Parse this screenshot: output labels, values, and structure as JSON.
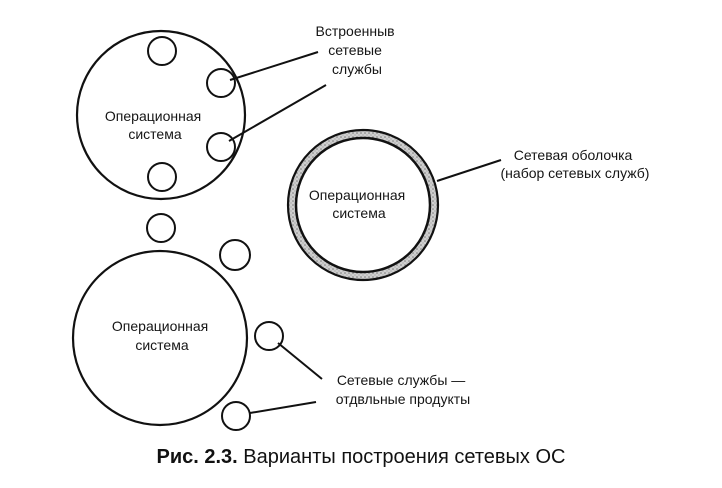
{
  "os_top": [
    "Операционная",
    "система"
  ],
  "os_ring": [
    "Операционная",
    "система"
  ],
  "os_bottom": [
    "Операционная",
    "система"
  ],
  "builtin": [
    "Встроенныв",
    "сетевые",
    "службы"
  ],
  "shell": [
    "Сетевая оболочка",
    "(набор сетевых служб)"
  ],
  "products": [
    "Сетевые службы —",
    "отдвльные продукты"
  ],
  "caption": {
    "number": "Рис. 2.3.",
    "text": "Варианты построения сетевых ОС"
  }
}
